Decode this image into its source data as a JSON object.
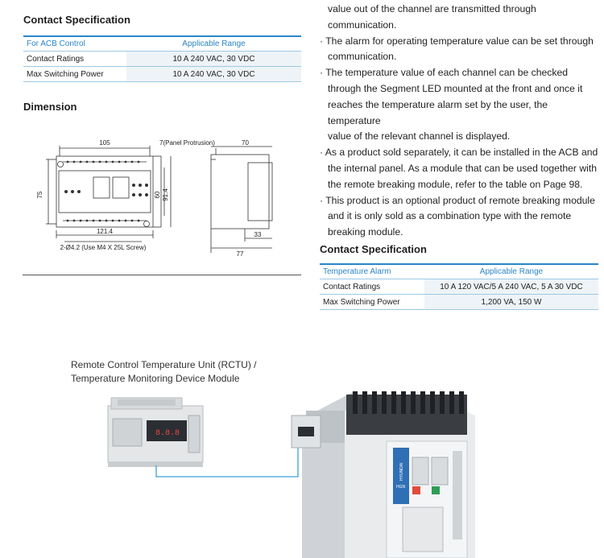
{
  "left_spec": {
    "title": "Contact Specification",
    "header": [
      "For ACB Control",
      "Applicable Range"
    ],
    "rows": [
      [
        "Contact Ratings",
        "10 A 240 VAC, 30 VDC"
      ],
      [
        "Max Switching Power",
        "10 A 240 VAC, 30 VDC"
      ]
    ]
  },
  "dimension": {
    "title": "Dimension",
    "labels": {
      "w105": "105",
      "panel": "7(Panel Protrusion)",
      "d70": "70",
      "h75": "75",
      "h60": "60",
      "h914": "91.4",
      "w1214": "121.4",
      "screw": "2-Ø4.2 (Use M4 X 25L Screw)",
      "d33": "33",
      "d77": "77"
    }
  },
  "bullets": {
    "first_cont": [
      "value out of the channel are transmitted through",
      "communication."
    ],
    "items": [
      [
        "The alarm for operating temperature value can be set through",
        "communication."
      ],
      [
        "The temperature value of each channel can be checked",
        "through the Segment LED mounted at the front and once it",
        "reaches the temperature alarm set by the user, the temperature",
        "value of the relevant channel is displayed."
      ],
      [
        "As a product sold separately, it can be installed in the ACB and",
        "the internal panel. As a module that can be used together with",
        "the remote breaking module, refer to the table on Page 98."
      ],
      [
        "This product is an optional product of remote breaking module",
        "and it is only sold as a combination type with the remote",
        "breaking module."
      ]
    ],
    "marker": "·"
  },
  "right_spec": {
    "title": "Contact Specification",
    "header": [
      "Temperature Alarm",
      "Applicable Range"
    ],
    "rows": [
      [
        "Contact Ratings",
        "10 A 120 VAC/5 A 240 VAC, 5 A 30 VDC"
      ],
      [
        "Max Switching Power",
        "1,200 VA, 150 W"
      ]
    ]
  },
  "caption": {
    "line1": "Remote Control Temperature Unit (RCTU) /",
    "line2": "Temperature Monitoring Device Module"
  },
  "product": {
    "brand": "HYUNDAI",
    "model": "HGN"
  },
  "colors": {
    "accent": "#2a86c8",
    "row_bg": "#eef3f7",
    "leader": "#3a9fd8"
  }
}
